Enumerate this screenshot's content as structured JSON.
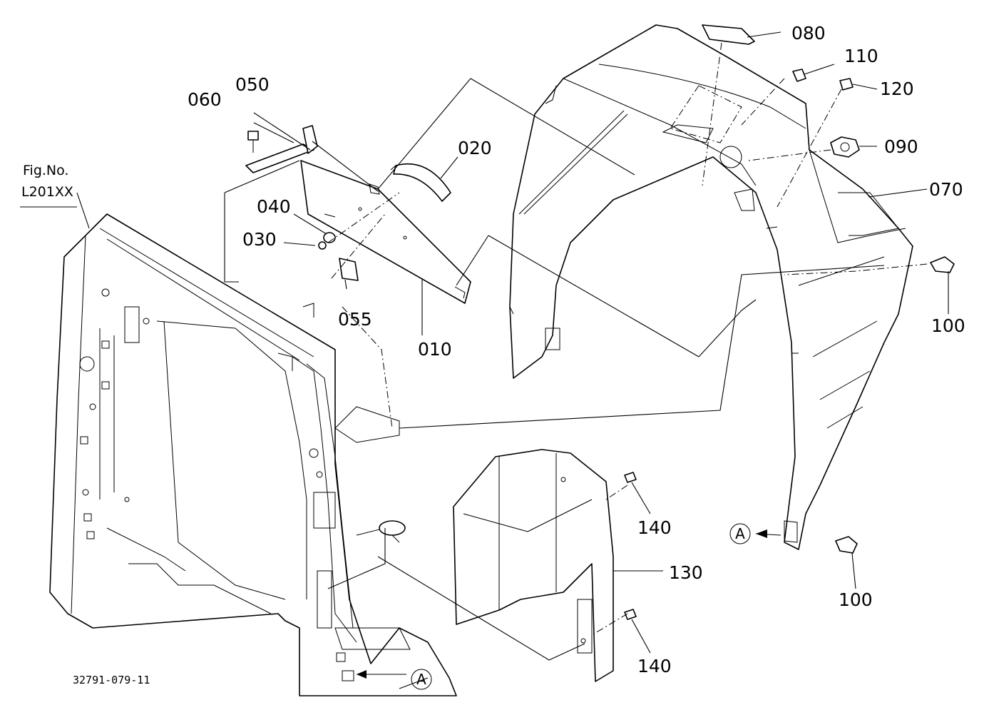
{
  "figure_reference": {
    "line1": "Fig.No.",
    "line2": "L201XX"
  },
  "drawing_number": "32791-079-11",
  "reference_marker": "A",
  "callouts": {
    "c010": "010",
    "c020": "020",
    "c030": "030",
    "c040": "040",
    "c050": "050",
    "c055": "055",
    "c060": "060",
    "c070": "070",
    "c080": "080",
    "c090": "090",
    "c100a": "100",
    "c100b": "100",
    "c110": "110",
    "c120": "120",
    "c130": "130",
    "c140a": "140",
    "c140b": "140"
  }
}
